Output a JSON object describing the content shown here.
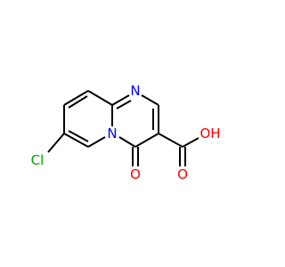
{
  "molecule": {
    "atoms": {
      "chlorine": "Cl",
      "ring_nitrogen_top": "N",
      "ring_nitrogen_bridge": "N",
      "carbonyl_oxygen": "O",
      "acid_oxygen": "O",
      "hydroxyl": "OH"
    }
  },
  "colors": {
    "bond": "#000000",
    "nitrogen": "#0000FF",
    "oxygen": "#FF0000",
    "chlorine": "#00A000",
    "carbon": "#000000"
  }
}
